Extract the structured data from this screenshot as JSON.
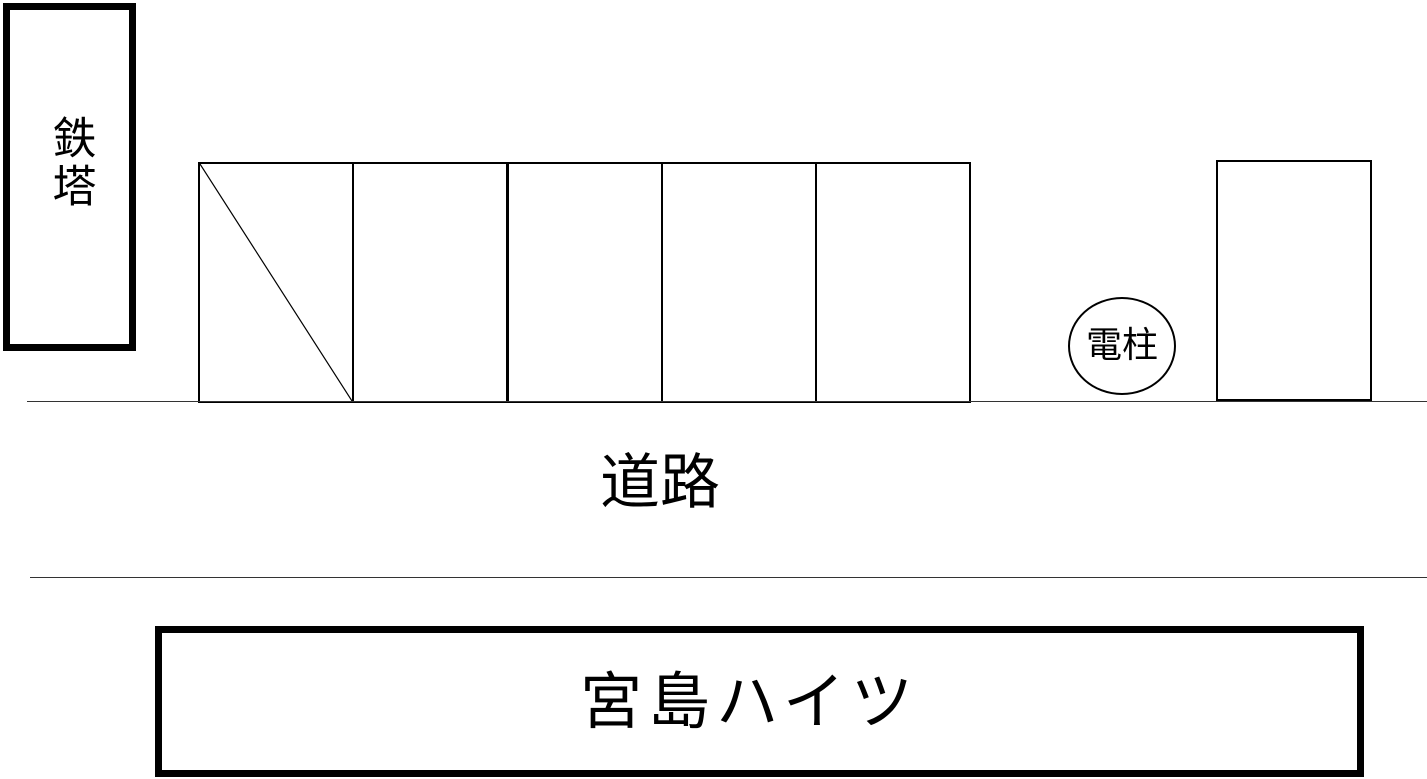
{
  "labels": {
    "tower": "鉄塔",
    "pole": "電柱",
    "road": "道路",
    "building": "宮島ハイツ"
  },
  "parking": {
    "highlighted_space": "slash-marked"
  }
}
